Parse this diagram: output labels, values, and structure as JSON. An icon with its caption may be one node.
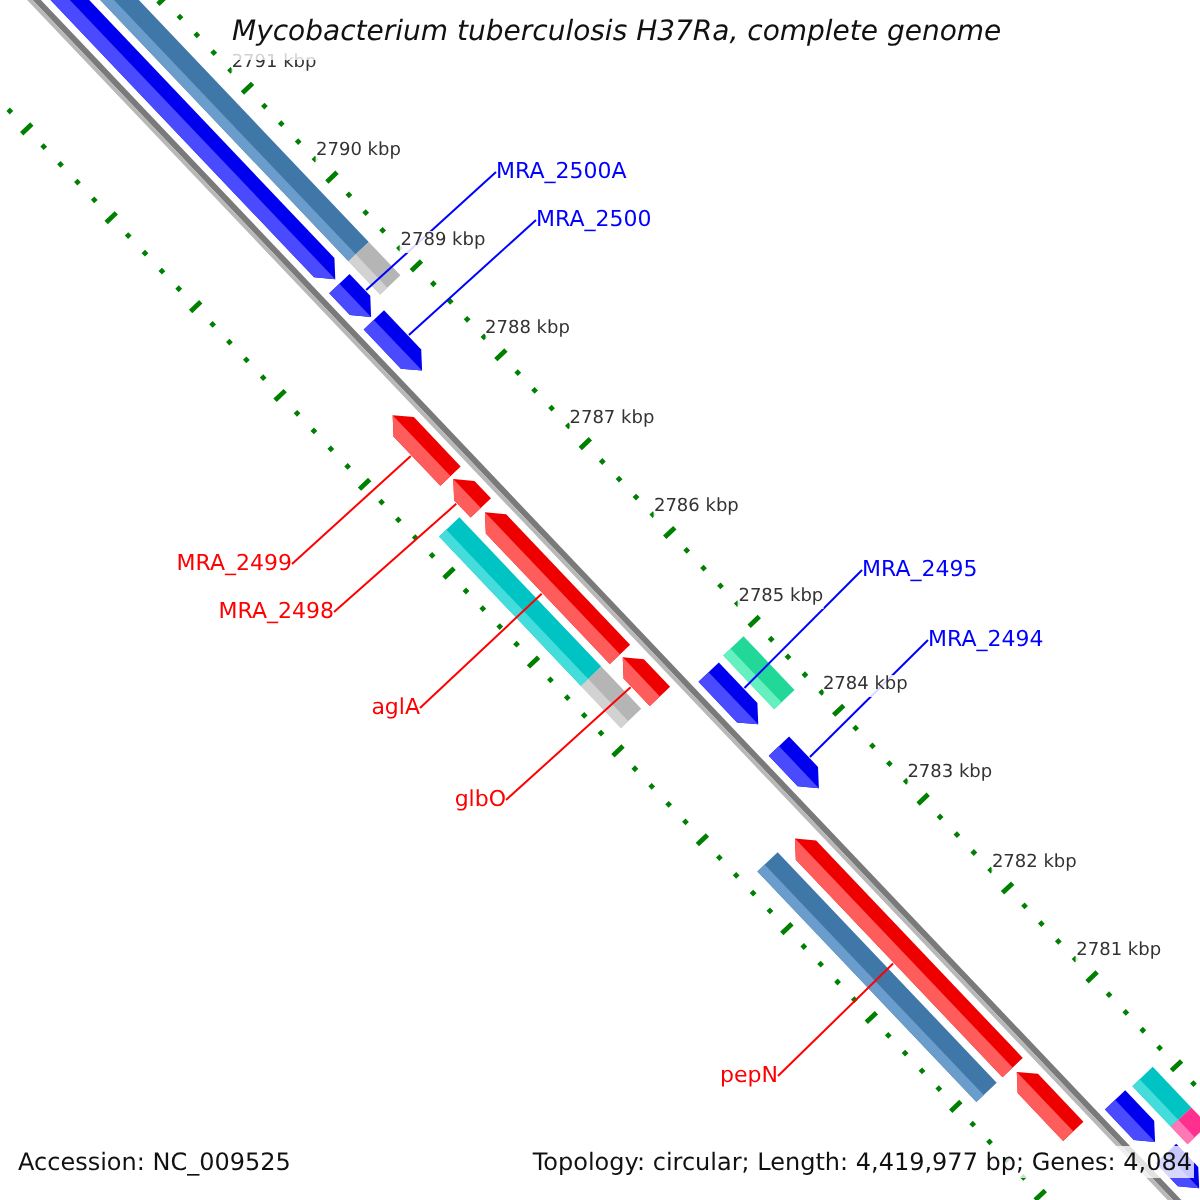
{
  "diagram": {
    "title": "Mycobacterium tuberculosis H37Ra, complete genome",
    "nodes": [
      {
        "text": [
          "MRA_2500A"
        ]
      },
      {
        "text": [
          "MRA_2500"
        ]
      },
      {
        "text": [
          "MRA_2499"
        ]
      },
      {
        "text": [
          "MRA_2495"
        ]
      },
      {
        "text": [
          "MRA_2498"
        ]
      },
      {
        "text": [
          "MRA_2494"
        ]
      },
      {
        "text": [
          "aglA"
        ]
      },
      {
        "text": [
          "glbO"
        ]
      },
      {
        "text": [
          "pepN"
        ]
      },
      {
        "text": [],
        "shape": "bar"
      },
      {
        "text": [],
        "shape": "pentagon"
      },
      {
        "text": [],
        "shape": "bar"
      },
      {
        "text": [],
        "shape": "pentagon"
      },
      {
        "text": [],
        "shape": "pentagon"
      },
      {
        "text": [],
        "shape": "pentagon"
      },
      {
        "text": [],
        "shape": "pentagon"
      },
      {
        "text": [],
        "shape": "bar"
      },
      {
        "text": [],
        "shape": "pentagon"
      },
      {
        "text": [],
        "shape": "bar"
      },
      {
        "text": [],
        "shape": "pentagon"
      },
      {
        "text": [],
        "shape": "bar"
      },
      {
        "text": [],
        "shape": "pentagon"
      },
      {
        "text": [],
        "shape": "pentagon"
      },
      {
        "text": [],
        "shape": "bar"
      },
      {
        "text": [],
        "shape": "pentagon"
      },
      {
        "text": [],
        "shape": "pentagon"
      },
      {
        "text": [],
        "shape": "pentagon"
      },
      {
        "text": [],
        "shape": "bar"
      },
      {
        "text": [],
        "shape": "bar"
      },
      {
        "text": [],
        "shape": "pentagon"
      }
    ],
    "edges": [
      {
        "from": 0,
        "to": 12,
        "arrow": "none",
        "color": "#0000ff"
      },
      {
        "from": 1,
        "to": 13,
        "arrow": "none",
        "color": "#0000ff"
      },
      {
        "from": 2,
        "to": 14,
        "arrow": "none"
      },
      {
        "from": 3,
        "to": 21,
        "arrow": "none",
        "color": "#0000ff"
      },
      {
        "from": 4,
        "to": 15,
        "arrow": "none"
      },
      {
        "from": 5,
        "to": 22,
        "arrow": "none",
        "color": "#0000ff"
      },
      {
        "from": 6,
        "to": 17,
        "arrow": "none"
      },
      {
        "from": 7,
        "to": 19,
        "arrow": "none"
      },
      {
        "from": 8,
        "to": 24,
        "arrow": "none"
      }
    ],
    "labels": [
      "2791 kbp",
      "2790 kbp",
      "2789 kbp",
      "2788 kbp",
      "2787 kbp",
      "2786 kbp",
      "2785 kbp",
      "2784 kbp",
      "2783 kbp",
      "2782 kbp",
      "2781 kbp",
      "Accession: NC_009525",
      "Topology: circular; Length: 4,419,977 bp; Genes: 4,084"
    ]
  }
}
